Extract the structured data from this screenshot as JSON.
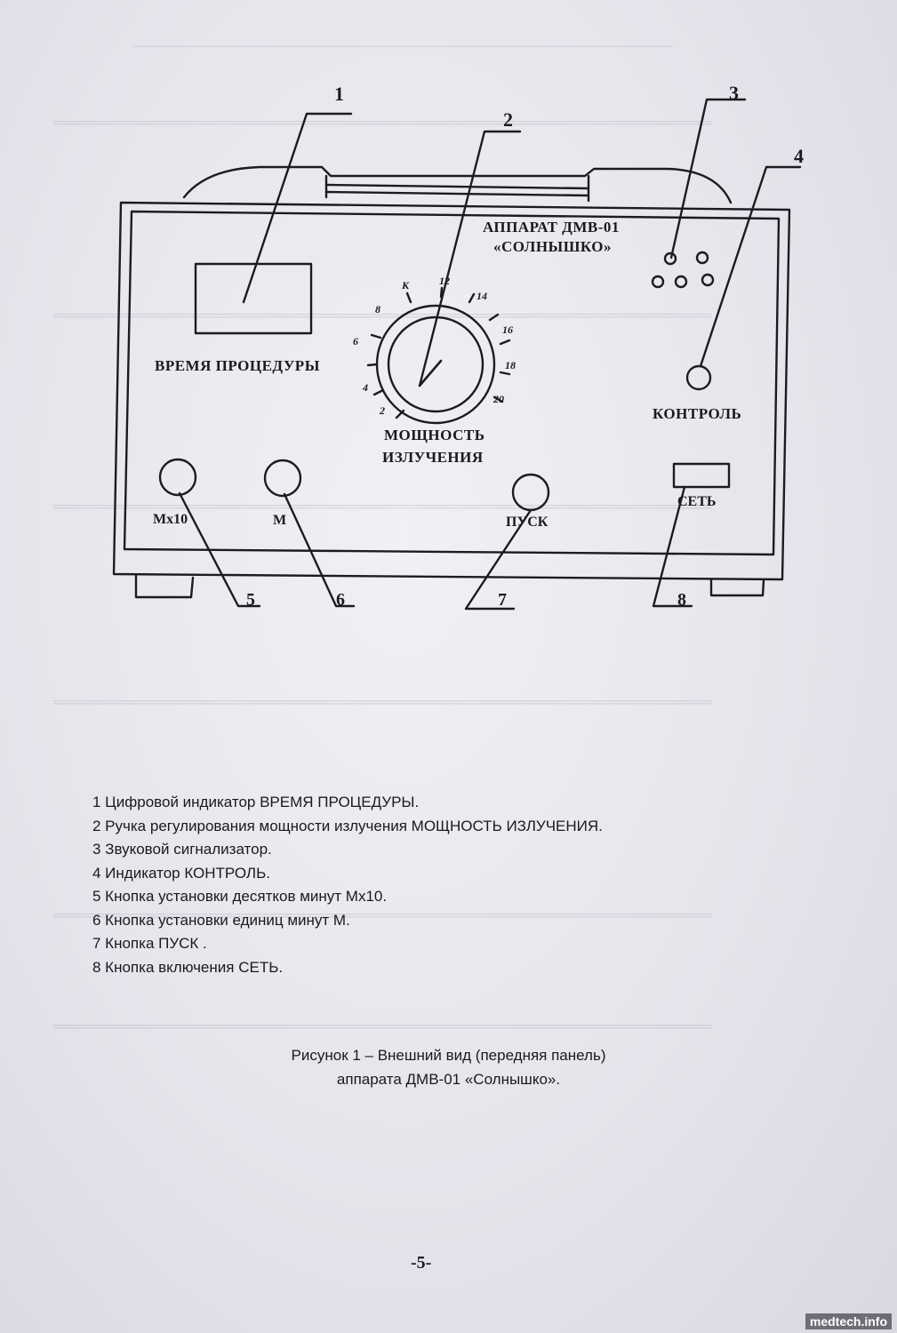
{
  "device": {
    "title_line1": "АППАРАТ ДМВ-01",
    "title_line2": "«СОЛНЫШКО»",
    "display_label": "ВРЕМЯ ПРОЦЕДУРЫ",
    "knob_label_line1": "МОЩНОСТЬ",
    "knob_label_line2": "ИЗЛУЧЕНИЯ",
    "control_label": "КОНТРОЛЬ",
    "btn_mx10": "Мх10",
    "btn_m": "М",
    "btn_start": "ПУСК",
    "btn_power": "СЕТЬ",
    "dial_marks": [
      "К",
      "12",
      "14",
      "16",
      "18",
      "20",
      "8",
      "6",
      "4",
      "2"
    ],
    "callouts": [
      "1",
      "2",
      "3",
      "4",
      "5",
      "6",
      "7",
      "8"
    ]
  },
  "legend": [
    "1 Цифровой индикатор  ВРЕМЯ ПРОЦЕДУРЫ.",
    "2 Ручка регулирования мощности излучения  МОЩНОСТЬ ИЗЛУЧЕНИЯ.",
    "3 Звуковой сигнализатор.",
    "4 Индикатор  КОНТРОЛЬ.",
    "5 Кнопка установки десятков минут Мх10.",
    "6 Кнопка установки единиц минут М.",
    "7 Кнопка ПУСК .",
    "8 Кнопка включения  СЕТЬ."
  ],
  "caption": {
    "line1": "Рисунок 1 – Внешний вид (передняя панель)",
    "line2": "аппарата ДМВ-01 «Солнышко»."
  },
  "page_number": "-5-",
  "watermark": "medtech.info"
}
